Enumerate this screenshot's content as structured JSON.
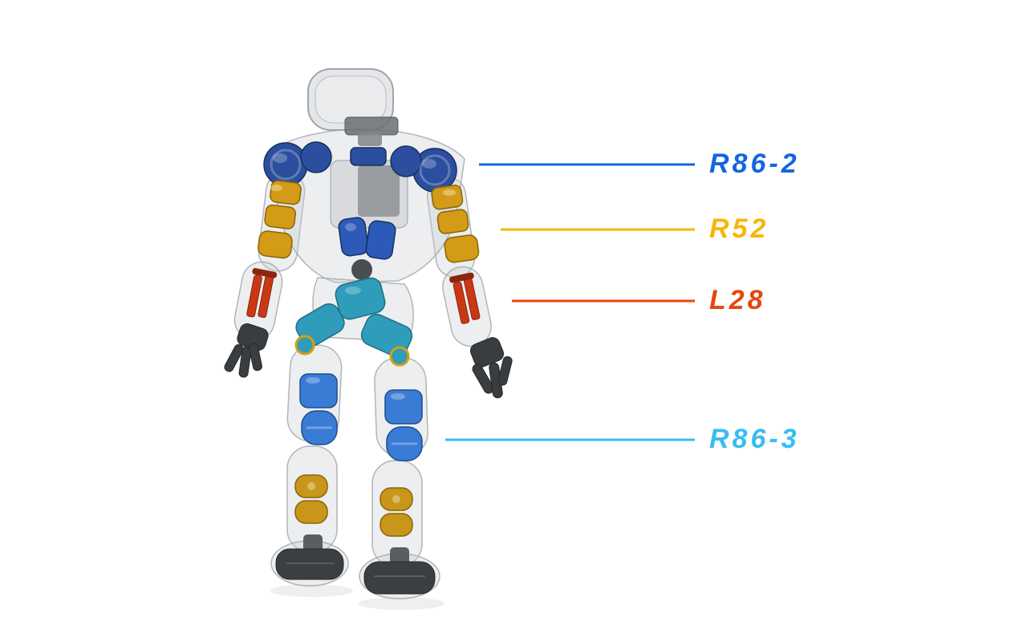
{
  "page": {
    "background": "#ffffff"
  },
  "callouts": [
    {
      "id": "r86-2",
      "label": "R86-2",
      "color": "#1565e0"
    },
    {
      "id": "r52",
      "label": "R52",
      "color": "#f6b60a"
    },
    {
      "id": "l28",
      "label": "L28",
      "color": "#e8460c"
    },
    {
      "id": "r86-3",
      "label": "R86-3",
      "color": "#38bdf2"
    }
  ],
  "robot": {
    "shell_color": "#c9cdd2",
    "outline_color": "#a0a5ab",
    "shoulder_actuator_color": "#2b4f9e",
    "waist_actuator_color": "#2d5ab8",
    "elbow_actuator_color": "#d39b16",
    "forearm_actuator_color": "#c93815",
    "hip_actuator_color": "#2f9cba",
    "knee_actuator_color": "#3a7bd5",
    "ankle_actuator_color": "#c8961a",
    "hand_color": "#3a3d40",
    "foot_color": "#3c3f42"
  }
}
